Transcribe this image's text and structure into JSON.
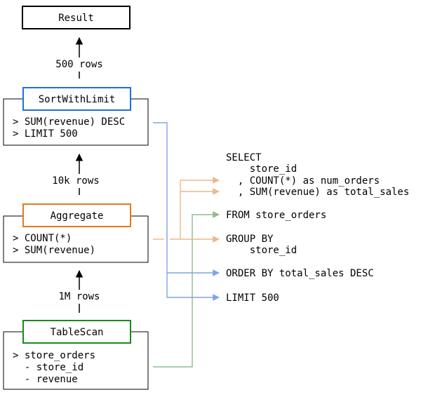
{
  "result": {
    "label": "Result"
  },
  "sort": {
    "title": "SortWithLimit",
    "details": [
      "> SUM(revenue) DESC",
      "> LIMIT 500"
    ],
    "border_color": "#1f6fe0"
  },
  "aggregate": {
    "title": "Aggregate",
    "details": [
      "> COUNT(*)",
      "> SUM(revenue)"
    ],
    "border_color": "#e57a1c"
  },
  "scan": {
    "title": "TableScan",
    "details": [
      "> store_orders",
      "  - store_id",
      "  - revenue"
    ],
    "border_color": "#1a8a1a"
  },
  "edges": {
    "sort_to_result": "500 rows",
    "aggregate_to_sort": "10k rows",
    "scan_to_aggregate": "1M rows"
  },
  "sql": {
    "lines": [
      "SELECT",
      "    store_id",
      "  , COUNT(*) as num_orders",
      "  , SUM(revenue) as total_sales",
      "FROM store_orders",
      "GROUP BY",
      "    store_id",
      "ORDER BY total_sales DESC",
      "LIMIT 500"
    ]
  },
  "colors": {
    "sort_link": "#7ea6e0",
    "aggregate_link": "#eab98c",
    "scan_link": "#8fbb8f"
  }
}
